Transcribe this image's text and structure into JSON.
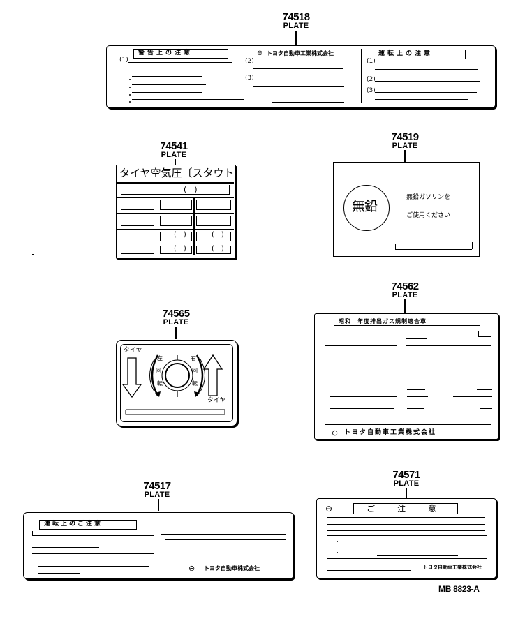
{
  "parts": [
    {
      "id": "74518",
      "label": "PLATE"
    },
    {
      "id": "74541",
      "label": "PLATE"
    },
    {
      "id": "74519",
      "label": "PLATE"
    },
    {
      "id": "74562",
      "label": "PLATE"
    },
    {
      "id": "74565",
      "label": "PLATE"
    },
    {
      "id": "74517",
      "label": "PLATE"
    },
    {
      "id": "74571",
      "label": "PLATE"
    }
  ],
  "plate_74518": {
    "left_header": "警告上の注意",
    "maker": "トヨタ自動車工業株式会社",
    "right_header": "運転上の注意",
    "marks_left": [
      "(1)"
    ],
    "marks_mid": [
      "(2)",
      "(3)"
    ],
    "marks_right": [
      "(1)",
      "(2)",
      "(3)"
    ]
  },
  "plate_74541": {
    "title": "タイヤ空気圧〔スタウト〕",
    "paren": "(　)"
  },
  "plate_74519": {
    "circle_text": "無鉛",
    "line1": "無鉛ガソリンを",
    "line2": "ご使用ください"
  },
  "plate_74562": {
    "header": "昭和　年度排出ガス規制適合車",
    "maker": "トヨタ自動車工業株式会社"
  },
  "plate_74565": {
    "tire_left": "タイヤ",
    "tire_right": "タイヤ",
    "tl": "左",
    "tr": "右",
    "ml": "回",
    "mr": "回",
    "bl": "転",
    "br": "転"
  },
  "plate_74517": {
    "header": "運転上のご注意",
    "maker": "トヨタ自動車株式会社"
  },
  "plate_74571": {
    "header": "ご　注　意",
    "maker": "トヨタ自動車工業株式会社"
  },
  "reference": "MB 8823-A"
}
